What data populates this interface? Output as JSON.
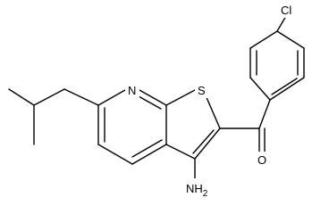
{
  "molecule": {
    "atoms": {
      "nitrogen": "N",
      "sulfur": "S",
      "oxygen": "O",
      "chlorine": "Cl",
      "amino": "NH",
      "amino_subscript": "2"
    }
  },
  "colors": {
    "bond": "#000000",
    "background": "#ffffff"
  }
}
